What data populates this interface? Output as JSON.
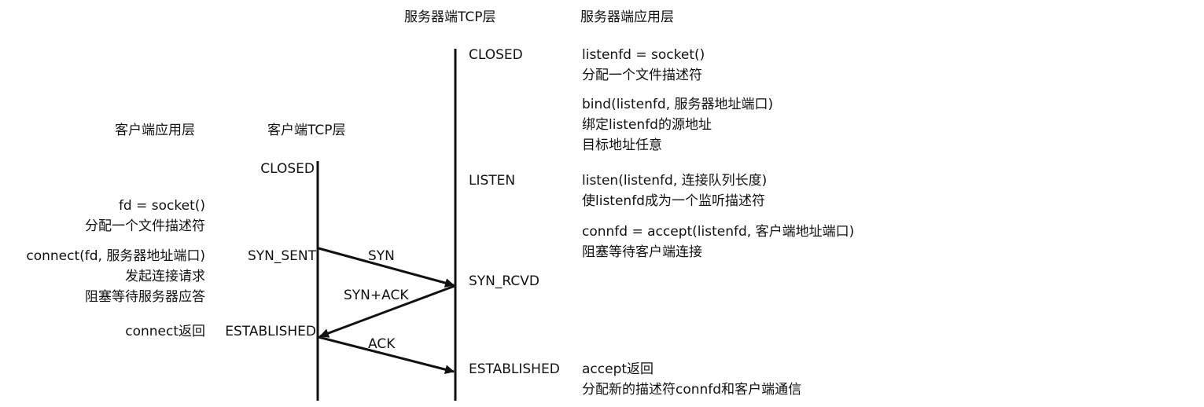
{
  "headers": {
    "server_tcp": "服务器端TCP层",
    "server_app": "服务器端应用层",
    "client_app": "客户端应用层",
    "client_tcp": "客户端TCP层"
  },
  "server_states": {
    "closed": "CLOSED",
    "listen": "LISTEN",
    "syn_rcvd": "SYN_RCVD",
    "established": "ESTABLISHED"
  },
  "client_states": {
    "closed": "CLOSED",
    "syn_sent": "SYN_SENT",
    "established": "ESTABLISHED"
  },
  "server_calls": {
    "socket": [
      "listenfd = socket()",
      "分配一个文件描述符"
    ],
    "bind": [
      "bind(listenfd, 服务器地址端口)",
      "绑定listenfd的源地址",
      "目标地址任意"
    ],
    "listen": [
      "listen(listenfd, 连接队列长度)",
      "使listenfd成为一个监听描述符"
    ],
    "accept": [
      "connfd = accept(listenfd, 客户端地址端口)",
      "阻塞等待客户端连接"
    ],
    "accept_return": [
      "accept返回",
      "分配新的描述符connfd和客户端通信"
    ]
  },
  "client_calls": {
    "socket": [
      "fd = socket()",
      "分配一个文件描述符"
    ],
    "connect": [
      "connect(fd, 服务器地址端口)",
      "发起连接请求",
      "阻塞等待服务器应答"
    ],
    "connect_return": [
      "connect返回"
    ]
  },
  "messages": {
    "syn": "SYN",
    "syn_ack": "SYN+ACK",
    "ack": "ACK"
  },
  "colors": {
    "line": "#111111",
    "text": "#111111",
    "background": "#ffffff"
  }
}
